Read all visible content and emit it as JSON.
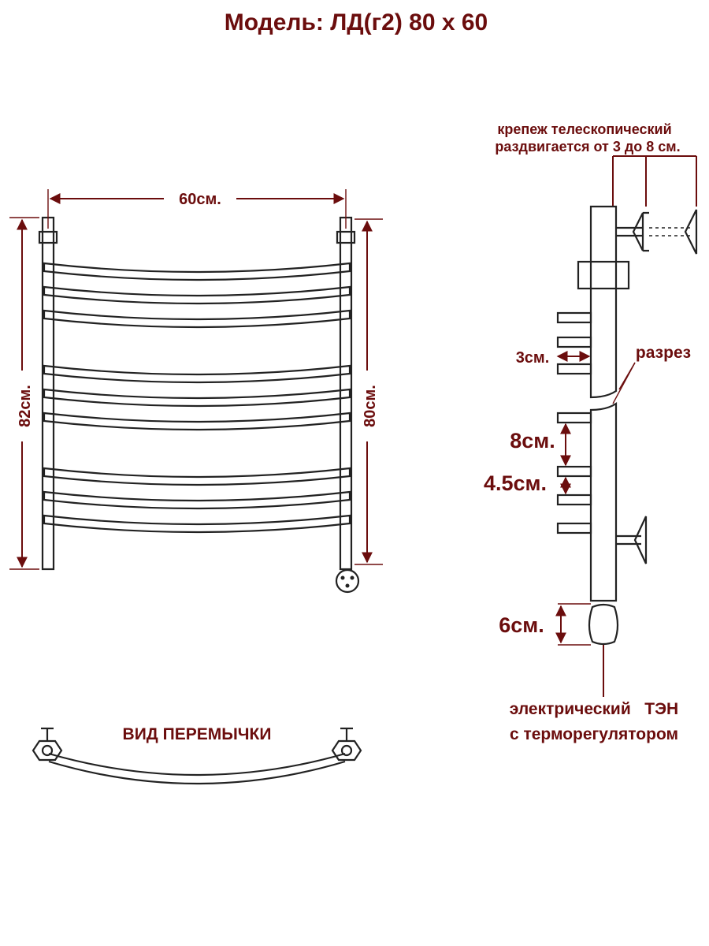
{
  "title": "Модель: ЛД(г2)  80 х 60",
  "front_view": {
    "width_label": "60см.",
    "height_outer_label": "82см.",
    "height_inner_label": "80см."
  },
  "side_view": {
    "mount_note_line1": "крепеж телескопический",
    "mount_note_line2": "раздвигается от 3 до 8 см.",
    "bar_depth_label": "3см.",
    "cut_label": "разрез",
    "gap_label": "8см.",
    "pitch_label": "4.5см.",
    "heater_label": "6см.",
    "heater_note_line1": "электрический   ТЭН",
    "heater_note_line2": "с терморегулятором"
  },
  "crossbar_view": {
    "label": "ВИД ПЕРЕМЫЧКИ"
  },
  "colors": {
    "text": "#6b0d0d",
    "lines": "#222222"
  }
}
